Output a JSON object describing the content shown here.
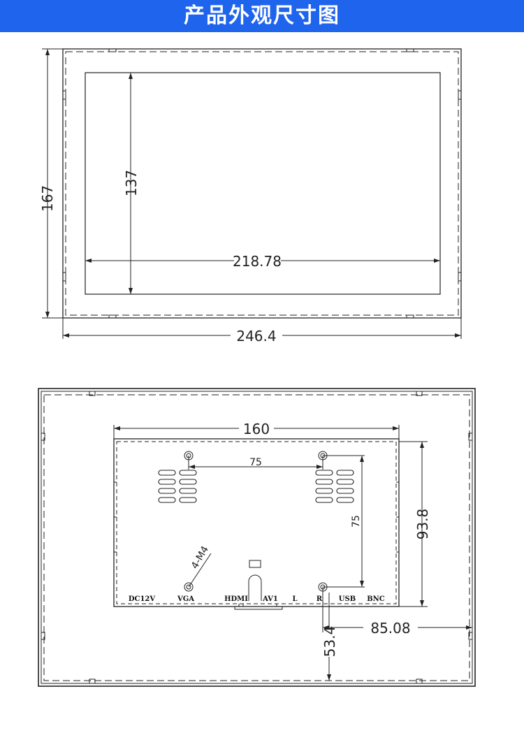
{
  "header": {
    "title": "产品外观尺寸图"
  },
  "colors": {
    "banner": "#1f64ec",
    "line": "#222222"
  },
  "front_view": {
    "dimensions": {
      "total_height": "167",
      "screen_height": "137",
      "screen_width": "218.78",
      "total_width": "246.4"
    }
  },
  "back_view": {
    "dimensions": {
      "bracket_width": "160",
      "vesa_horizontal": "75",
      "vesa_vertical": "75",
      "bracket_height": "93.8",
      "offset_right": "85.08",
      "offset_bottom": "53.4",
      "screw_spec": "4-M4"
    },
    "ports": [
      "DC12V",
      "VGA",
      "HDMI",
      "AV1",
      "L",
      "R",
      "USB",
      "BNC"
    ]
  }
}
